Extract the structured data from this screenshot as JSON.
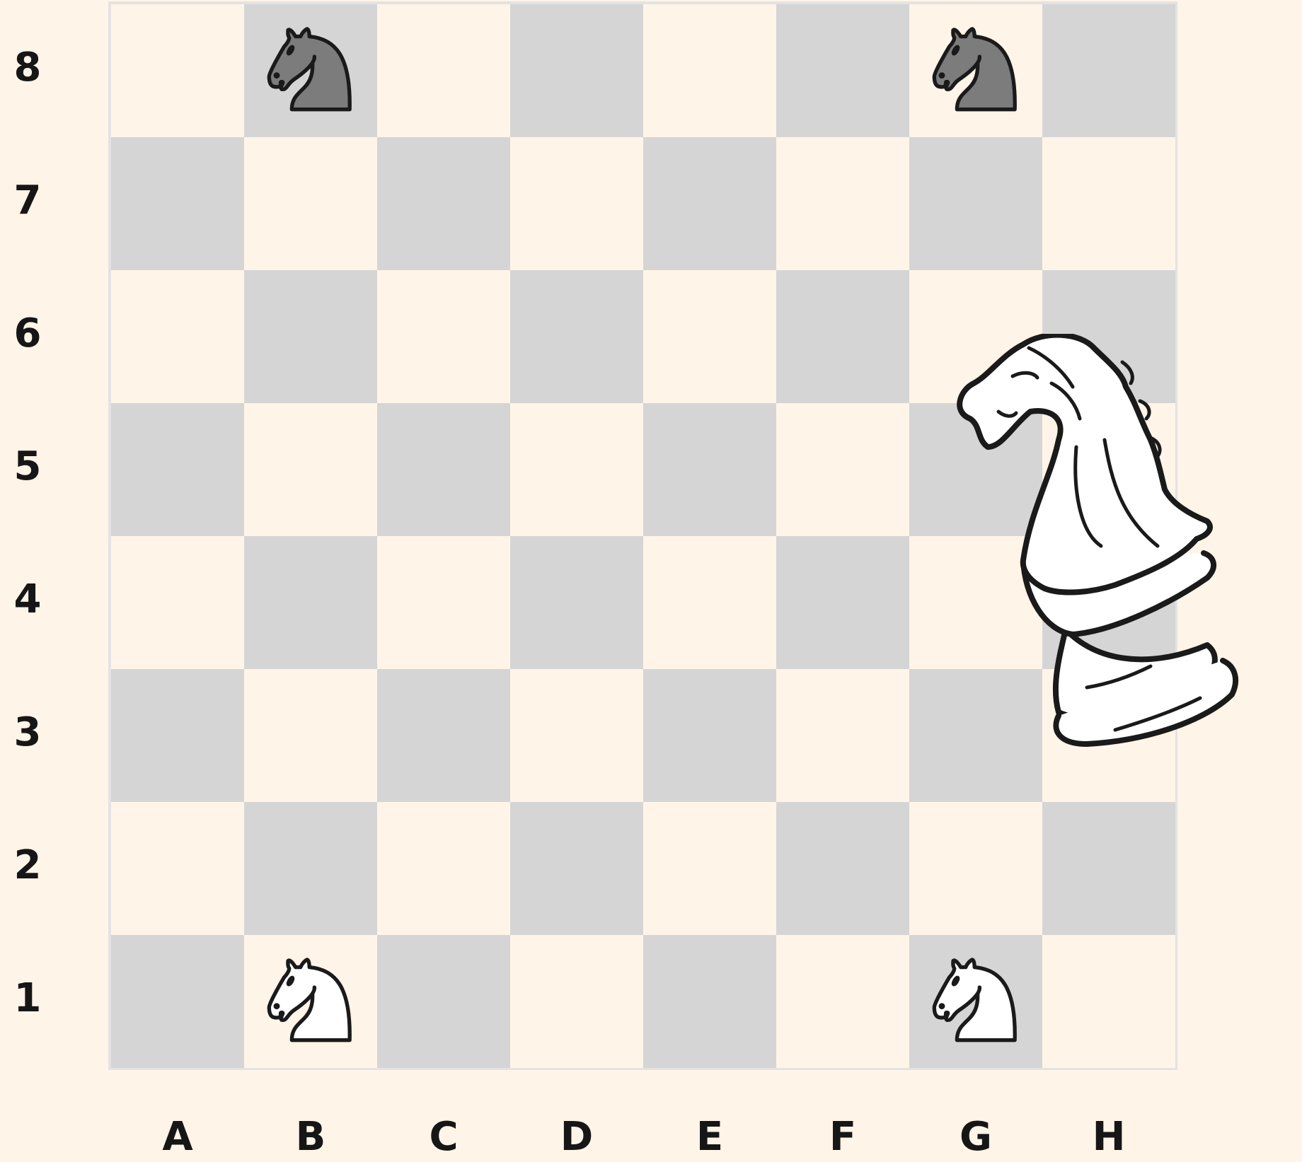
{
  "board": {
    "files": [
      "A",
      "B",
      "C",
      "D",
      "E",
      "F",
      "G",
      "H"
    ],
    "ranks": [
      "8",
      "7",
      "6",
      "5",
      "4",
      "3",
      "2",
      "1"
    ],
    "light_square_color": "#fff4e8",
    "dark_square_color": "#d5d5d5",
    "border_color": "#e3e3e3"
  },
  "pieces": [
    {
      "type": "knight",
      "color": "black",
      "square": "B8",
      "icon": "black-knight-icon"
    },
    {
      "type": "knight",
      "color": "black",
      "square": "G8",
      "icon": "black-knight-icon"
    },
    {
      "type": "knight",
      "color": "white",
      "square": "B1",
      "icon": "white-knight-icon"
    },
    {
      "type": "knight",
      "color": "white",
      "square": "G1",
      "icon": "white-knight-icon"
    }
  ],
  "decoration": {
    "icon": "large-white-knight-illustration"
  }
}
